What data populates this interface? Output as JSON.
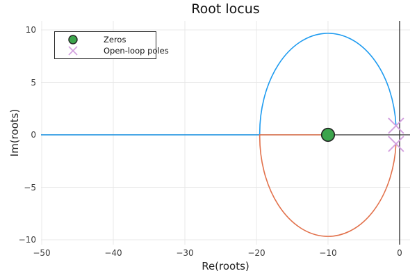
{
  "chart_data": {
    "type": "line",
    "subtype": "root-locus",
    "title": "Root locus",
    "xlabel": "Re(roots)",
    "ylabel": "Im(roots)",
    "xlim": [
      -50.1,
      1.46
    ],
    "ylim": [
      -10.46,
      10.86
    ],
    "xticks": [
      "-50",
      "-40",
      "-30",
      "-20",
      "-10",
      "0"
    ],
    "xtick_values": [
      -50,
      -40,
      -30,
      -20,
      -10,
      0
    ],
    "yticks": [
      "-10",
      "-5",
      "0",
      "5",
      "10"
    ],
    "ytick_values": [
      -10,
      -5,
      0,
      5,
      10
    ],
    "grid": true,
    "gridline_color": "#e8e8e8",
    "zero_axis_line_color": "#2e2e2e",
    "zeros": {
      "label": "Zeros",
      "points": [
        [
          -10,
          0
        ]
      ],
      "marker": "circle",
      "fill_color": "#3ca44c",
      "edge_color": "#222222"
    },
    "poles": {
      "label": "Open-loop poles",
      "points": [
        [
          -0.5,
          0.866
        ],
        [
          -0.5,
          -0.866
        ]
      ],
      "marker": "x",
      "color": "#d3a0df"
    },
    "locus_circle": {
      "center": [
        -10,
        0
      ],
      "radius": 9.54
    },
    "branches": [
      {
        "name": "branch-1",
        "color": "#1e9bf0",
        "arc_from": [
          -0.5,
          0.866
        ],
        "arc_to": [
          -19.54,
          0
        ],
        "line_to": [
          -50.1,
          0
        ]
      },
      {
        "name": "branch-2",
        "color": "#e2714b",
        "arc_from": [
          -0.5,
          -0.866
        ],
        "arc_to": [
          -19.54,
          0
        ],
        "line_to": [
          -10,
          0
        ]
      }
    ],
    "legend": {
      "position": "top-left",
      "items": [
        {
          "label": "Zeros",
          "marker": "circle-marker",
          "color": "#3ca44c",
          "edge_color": "#222222"
        },
        {
          "label": "Open-loop poles",
          "marker": "x-marker",
          "color": "#d3a0df"
        }
      ]
    }
  }
}
